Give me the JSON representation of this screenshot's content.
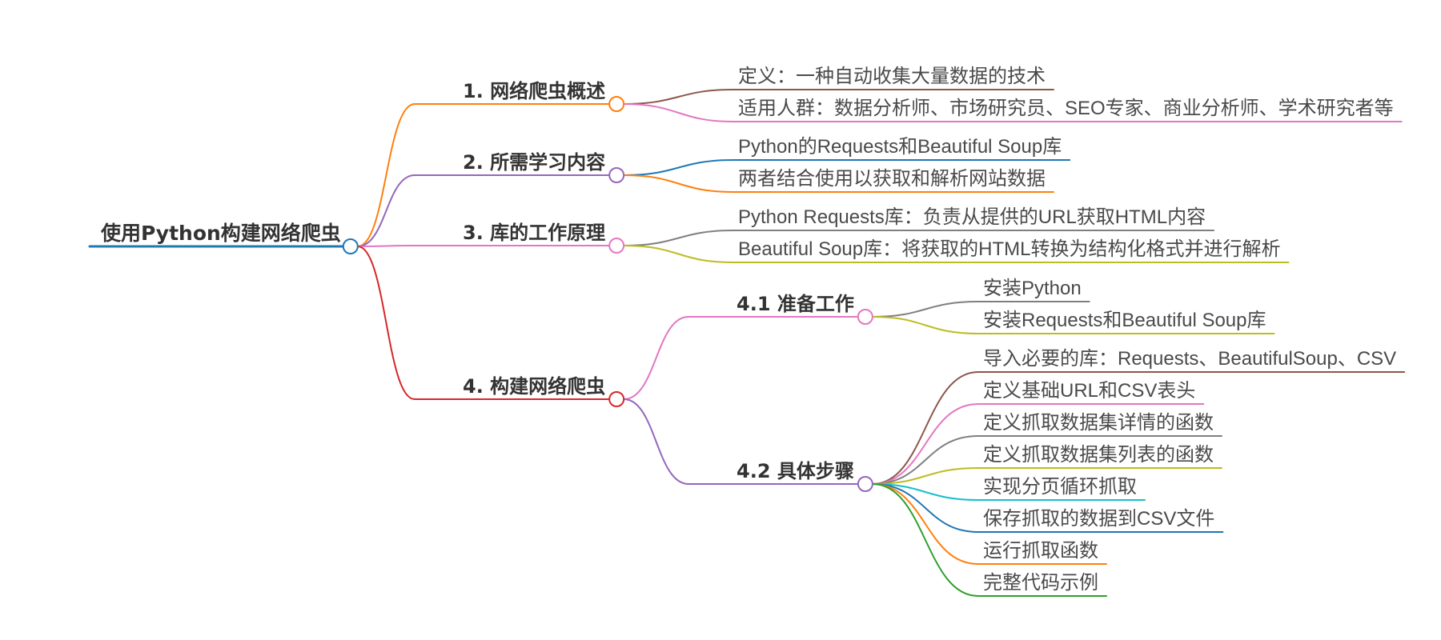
{
  "mindmap": {
    "root": {
      "label": "使用Python构建网络爬虫",
      "color": "#1f77b4"
    },
    "branches": [
      {
        "label": "1. 网络爬虫概述",
        "color": "#ff7f0e",
        "children": [
          {
            "label": "定义：一种自动收集大量数据的技术",
            "color": "#8c564b"
          },
          {
            "label": "适用人群：数据分析师、市场研究员、SEO专家、商业分析师、学术研究者等",
            "color": "#e377c2"
          }
        ]
      },
      {
        "label": "2. 所需学习内容",
        "color": "#9467bd",
        "children": [
          {
            "label": "Python的Requests和Beautiful Soup库",
            "color": "#1f77b4"
          },
          {
            "label": "两者结合使用以获取和解析网站数据",
            "color": "#ff7f0e"
          }
        ]
      },
      {
        "label": "3. 库的工作原理",
        "color": "#e377c2",
        "children": [
          {
            "label": "Python Requests库：负责从提供的URL获取HTML内容",
            "color": "#7f7f7f"
          },
          {
            "label": "Beautiful Soup库：将获取的HTML转换为结构化格式并进行解析",
            "color": "#bcbd22"
          }
        ]
      },
      {
        "label": "4. 构建网络爬虫",
        "color": "#d62728",
        "children": [
          {
            "label": "4.1 准备工作",
            "color": "#e377c2",
            "children": [
              {
                "label": "安装Python",
                "color": "#7f7f7f"
              },
              {
                "label": "安装Requests和Beautiful Soup库",
                "color": "#bcbd22"
              }
            ]
          },
          {
            "label": "4.2 具体步骤",
            "color": "#9467bd",
            "children": [
              {
                "label": "导入必要的库：Requests、BeautifulSoup、CSV",
                "color": "#8c564b"
              },
              {
                "label": "定义基础URL和CSV表头",
                "color": "#e377c2"
              },
              {
                "label": "定义抓取数据集详情的函数",
                "color": "#7f7f7f"
              },
              {
                "label": "定义抓取数据集列表的函数",
                "color": "#bcbd22"
              },
              {
                "label": "实现分页循环抓取",
                "color": "#17becf"
              },
              {
                "label": "保存抓取的数据到CSV文件",
                "color": "#1f77b4"
              },
              {
                "label": "运行抓取函数",
                "color": "#ff7f0e"
              },
              {
                "label": "完整代码示例",
                "color": "#2ca02c"
              }
            ]
          }
        ]
      }
    ]
  }
}
